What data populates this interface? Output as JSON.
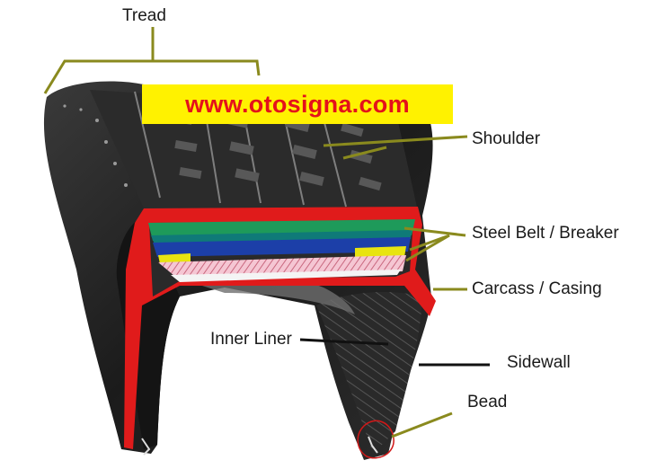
{
  "watermark": {
    "text": "www.otosigna.com",
    "text_color": "#e4111b",
    "background": "#fff200"
  },
  "labels": {
    "tread": "Tread",
    "shoulder": "Shoulder",
    "steel_belt": "Steel Belt / Breaker",
    "carcass": "Carcass / Casing",
    "inner_liner": "Inner Liner",
    "sidewall": "Sidewall",
    "bead": "Bead"
  },
  "layer_colors": {
    "casing_outline": "#e01b1b",
    "belt_green": "#1e9a5a",
    "belt_teal": "#0f7a78",
    "belt_blue": "#1c3fa8",
    "belt_yellow": "#e8e410",
    "ply_pink": "#f2b9c9",
    "rubber": "#1c1c1c",
    "leader_lines": "#8a8a1e"
  }
}
